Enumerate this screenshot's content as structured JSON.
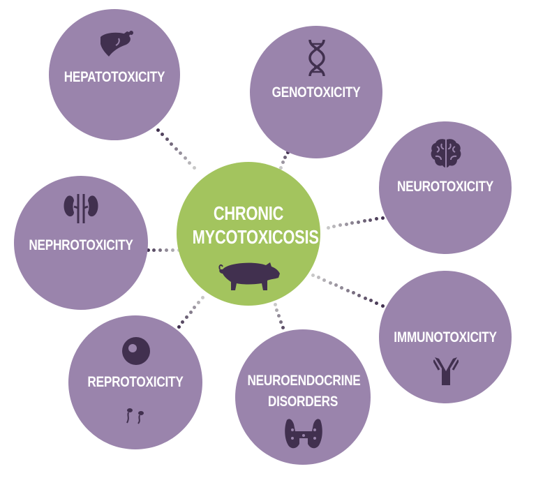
{
  "center": {
    "line1": "CHRONIC",
    "line2": "MYCOTOXICOSIS",
    "icon": "pig-icon"
  },
  "nodes": [
    {
      "key": "hepatotoxicity",
      "line1": "HEPATOTOXICITY",
      "icon": "liver-icon"
    },
    {
      "key": "genotoxicity",
      "line1": "GENOTOXICITY",
      "icon": "dna-icon"
    },
    {
      "key": "neurotoxicity",
      "line1": "NEUROTOXICITY",
      "icon": "brain-icon"
    },
    {
      "key": "nephrotoxicity",
      "line1": "NEPHROTOXICITY",
      "icon": "kidneys-icon"
    },
    {
      "key": "immunotoxicity",
      "line1": "IMMUNOTOXICITY",
      "icon": "antibody-icon"
    },
    {
      "key": "reprotoxicity",
      "line1": "REPROTOXICITY",
      "icon": "egg-sperm-icon"
    },
    {
      "key": "neuroendocrine",
      "line1": "NEUROENDOCRINE",
      "line2": "DISORDERS",
      "icon": "thyroid-icon"
    }
  ],
  "colors": {
    "node_fill": "#9a84ac",
    "center_fill": "#a3c45e",
    "icon_fill": "#41304f",
    "text": "#ffffff"
  }
}
